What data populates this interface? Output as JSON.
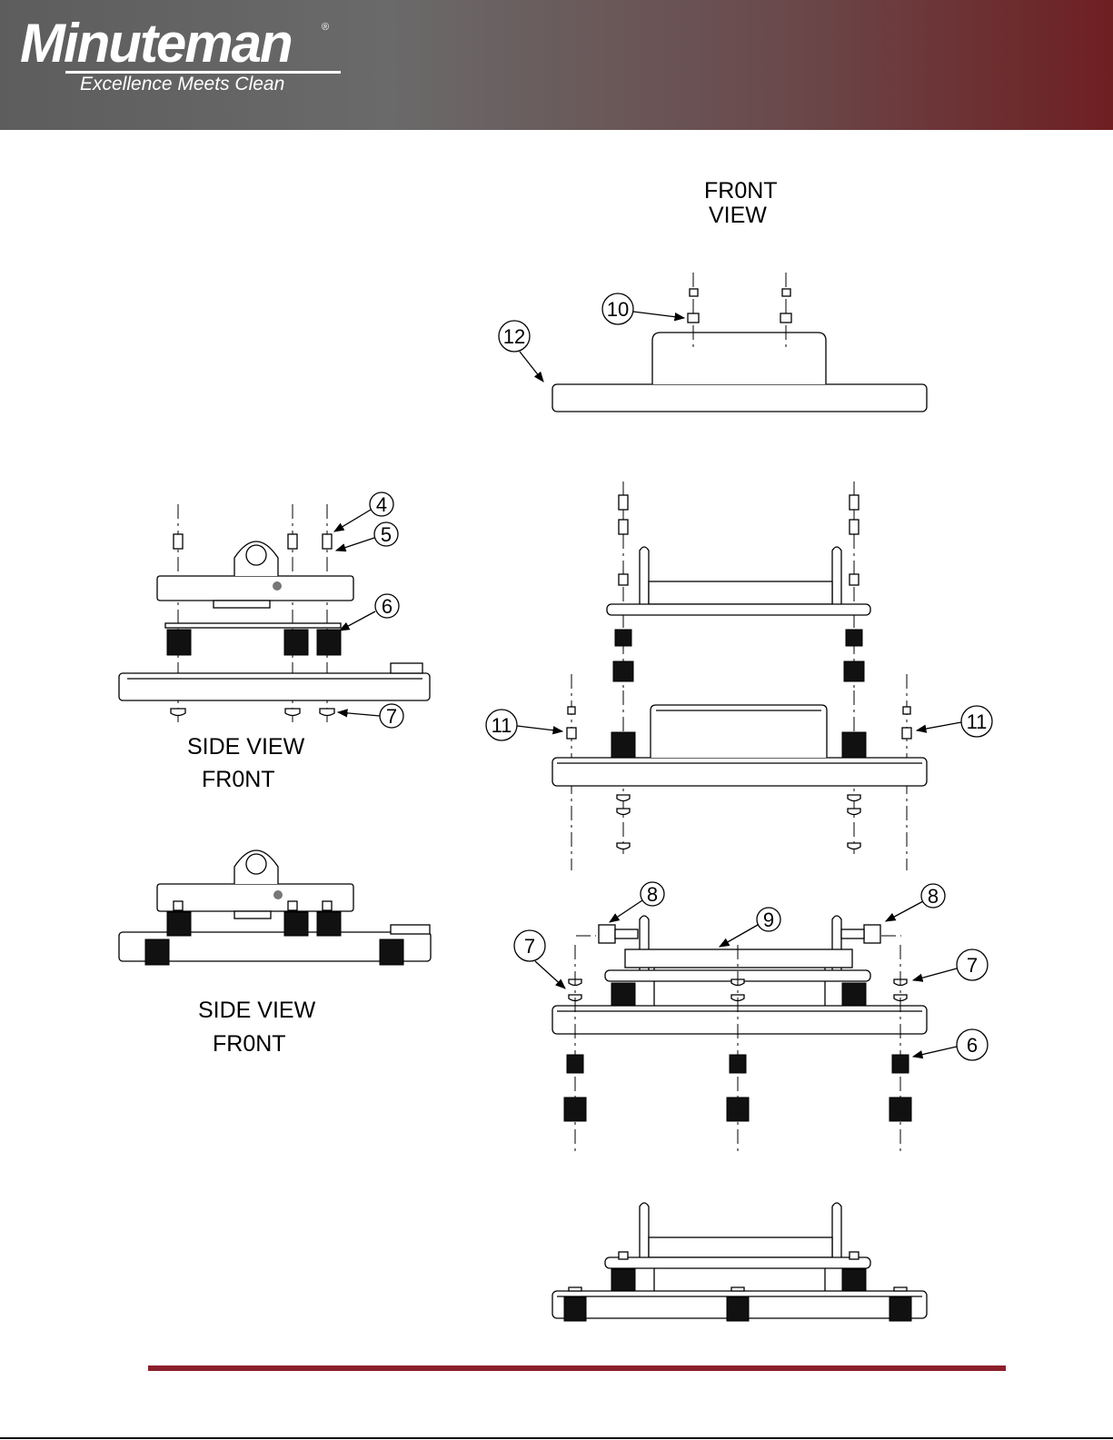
{
  "header": {
    "brand": "Minuteman",
    "registered": "®",
    "tagline": "Excellence Meets Clean"
  },
  "views": {
    "front_view_top": {
      "line1": "FR0NT",
      "line2": "VIEW"
    },
    "side_view_1": {
      "line1": "SIDE VIEW",
      "line2": "FR0NT"
    },
    "side_view_2": {
      "line1": "SIDE VIEW",
      "line2": "FR0NT"
    }
  },
  "callouts": {
    "c10": "10",
    "c12": "12",
    "c4": "4",
    "c5": "5",
    "c6a": "6",
    "c7a": "7",
    "c11a": "11",
    "c11b": "11",
    "c8a": "8",
    "c8b": "8",
    "c9": "9",
    "c7b": "7",
    "c7c": "7",
    "c6b": "6"
  },
  "colors": {
    "brand_red": "#8b1f2b",
    "header_gray": "#5d5d5d",
    "header_maroon": "#6e1f22"
  }
}
